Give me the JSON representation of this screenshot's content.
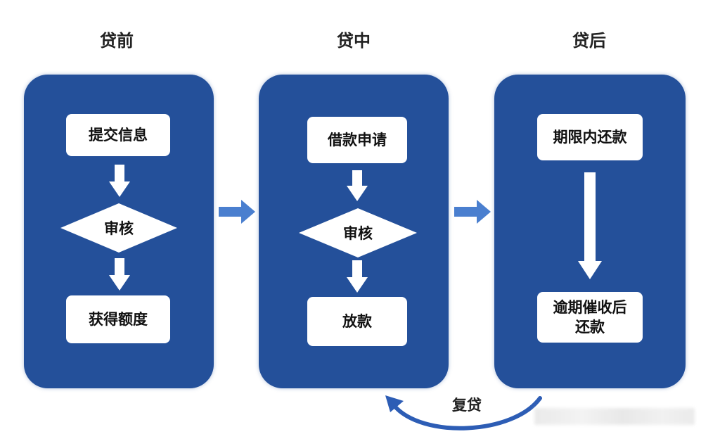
{
  "stages": [
    {
      "title": "贷前",
      "steps": [
        "提交信息",
        "审核",
        "获得额度"
      ]
    },
    {
      "title": "贷中",
      "steps": [
        "借款申请",
        "审核",
        "放款"
      ]
    },
    {
      "title": "贷后",
      "steps": [
        "期限内还款",
        "逾期催收后\n还款"
      ]
    }
  ],
  "loop_label": "复贷",
  "colors": {
    "panel": "#24509a",
    "arrow": "#4a7fcf",
    "box": "#ffffff"
  }
}
